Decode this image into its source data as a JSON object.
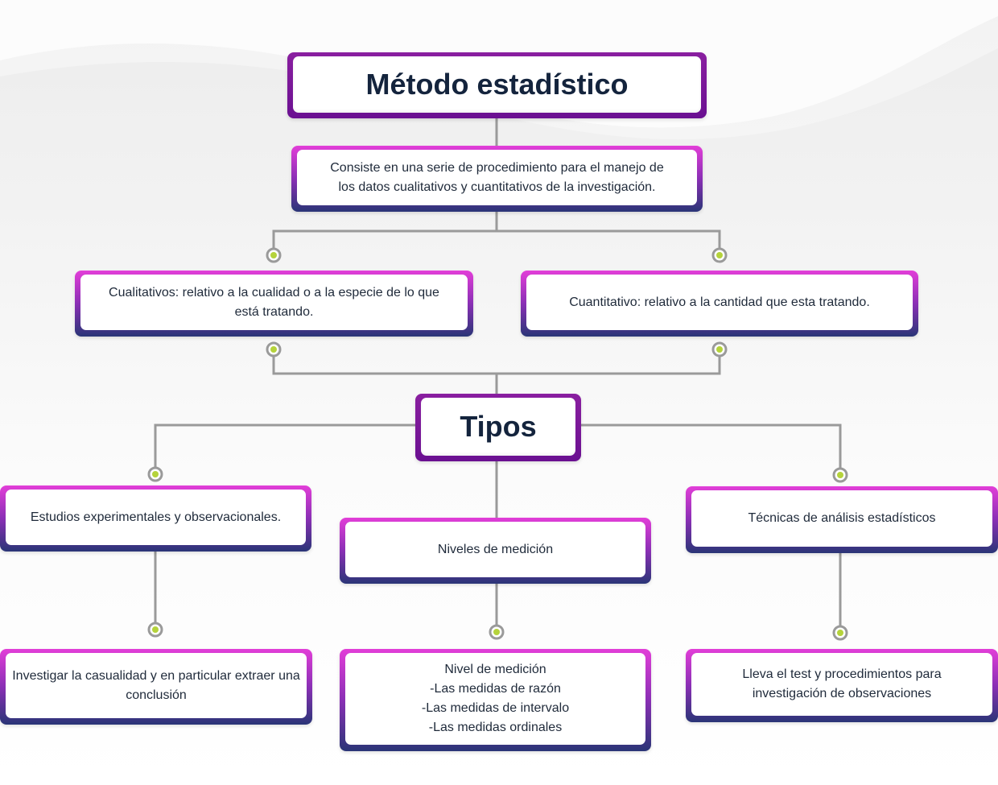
{
  "colors": {
    "title_border": "#7a159a",
    "card_border_top": "#e23ed8",
    "card_border_bottom": "#2a3577",
    "connector": "#9a9a9a",
    "dot_fill": "#b5d33b",
    "text": "#1f2a3a"
  },
  "main_title": "Método estadístico",
  "definition": "Consiste en una serie de procedimiento para el manejo de los datos cualitativos y cuantitativos de la investigación.",
  "categories": {
    "cualitativos": "Cualitativos: relativo a la cualidad o a la especie de lo que está tratando.",
    "cuantitativo": "Cuantitativo: relativo a la cantidad que esta tratando."
  },
  "tipos_title": "Tipos",
  "tipos": {
    "estudios": {
      "label": "Estudios experimentales y observacionales.",
      "detail": "Investigar la casualidad y en particular extraer una conclusión"
    },
    "niveles": {
      "label": "Niveles de medición",
      "detail": "Nivel de medición\n-Las medidas de razón\n-Las medidas de intervalo\n-Las medidas ordinales"
    },
    "tecnicas": {
      "label": "Técnicas de análisis estadísticos",
      "detail": "Lleva el test y procedimientos para investigación de observaciones"
    }
  }
}
